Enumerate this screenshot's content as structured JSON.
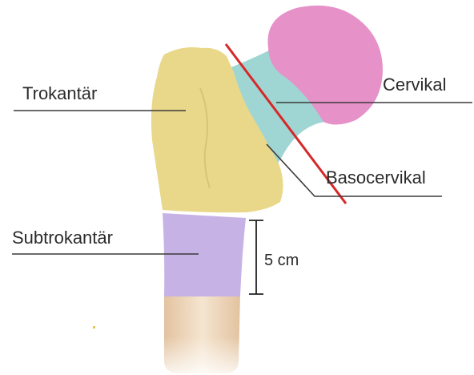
{
  "labels": {
    "trokantar": "Trokantär",
    "cervikal": "Cervikal",
    "basocervikal": "Basocervikal",
    "subtrokantar": "Subtrokantär",
    "measure": "5 cm"
  },
  "colors": {
    "head": "#e691c8",
    "neck": "#9fd6d4",
    "trochanter": "#e9d88a",
    "subtrochanter": "#c7b2e6",
    "shaft": "#f1dcc3",
    "fracture_line": "#d62828",
    "leader_line": "#3a3a3a",
    "text": "#2b2b2b"
  },
  "icons": {
    "femur": "proximal-femur-illustration"
  }
}
